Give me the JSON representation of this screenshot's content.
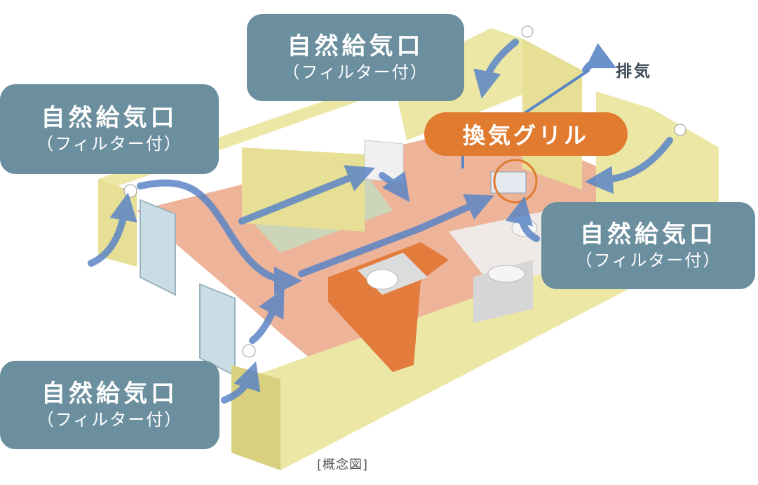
{
  "labels": {
    "inlet_top": {
      "title": "自然給気口",
      "sub": "（フィルター付）"
    },
    "inlet_left_upper": {
      "title": "自然給気口",
      "sub": "（フィルター付）"
    },
    "inlet_right": {
      "title": "自然給気口",
      "sub": "（フィルター付）"
    },
    "inlet_left_lower": {
      "title": "自然給気口",
      "sub": "（フィルター付）"
    },
    "grille": "換気グリル",
    "exhaust": "排気",
    "caption": "[概念図]"
  },
  "colors": {
    "label_box": "#6b8f9e",
    "grille_label": "#e07b30",
    "airflow": "#5b86c6",
    "wall": "#ede7a6",
    "floor": "#eeb49a"
  }
}
